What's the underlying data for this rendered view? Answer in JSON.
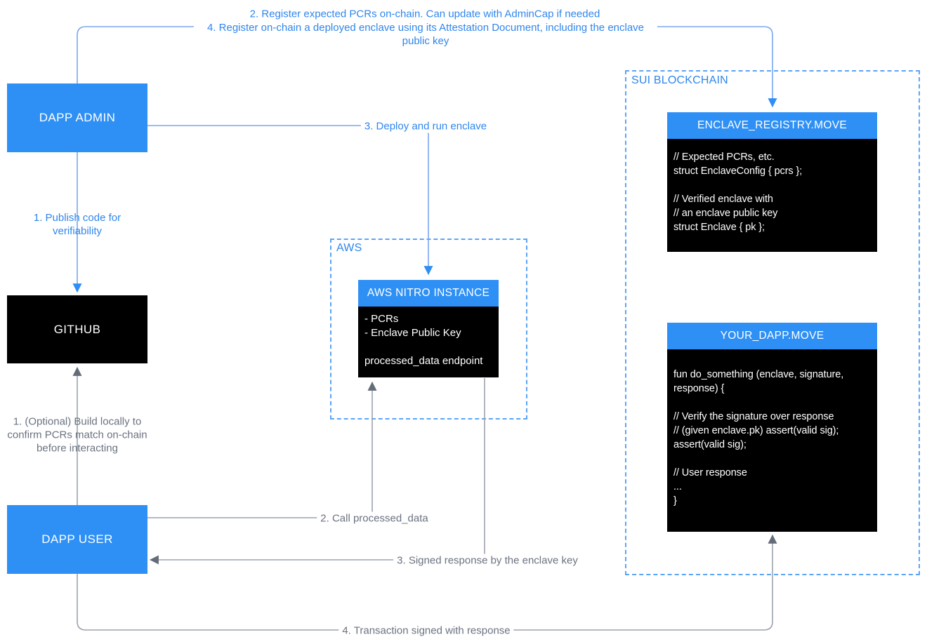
{
  "colors": {
    "box_blue": "#2E90F5",
    "box_black": "#000000",
    "line_blue": "#7AA7EE",
    "arrow_blue": "#2E8EF5",
    "label_blue": "#2F86EC",
    "line_gray": "#9CA3AF",
    "arrow_gray": "#646C78",
    "label_gray": "#6B7280",
    "dash_blue": "#5CA4F5",
    "text_white": "#FFFFFF"
  },
  "groups": {
    "aws": {
      "label": "AWS"
    },
    "sui": {
      "label": "SUI BLOCKCHAIN"
    }
  },
  "nodes": {
    "dapp_admin": {
      "label": "DAPP ADMIN"
    },
    "github": {
      "label": "GITHUB"
    },
    "dapp_user": {
      "label": "DAPP USER"
    },
    "aws_nitro_instance": {
      "title": "AWS NITRO INSTANCE",
      "body": [
        "- PCRs",
        "- Enclave Public Key",
        "",
        "processed_data endpoint"
      ]
    },
    "enclave_registry": {
      "title": "ENCLAVE_REGISTRY.MOVE",
      "body": [
        "// Expected PCRs, etc.",
        "struct EnclaveConfig { pcrs };",
        "",
        "// Verified enclave with",
        "// an enclave public key",
        "struct Enclave { pk };"
      ]
    },
    "your_dapp": {
      "title": "YOUR_DAPP.MOVE",
      "body": [
        "fun do_something (enclave, signature,",
        "response) {",
        "",
        "// Verify the signature over response",
        "// (given enclave.pk) assert(valid sig);",
        "assert(valid sig);",
        "",
        "// User response",
        "...",
        "}"
      ]
    }
  },
  "edges": {
    "admin_register_onchain": {
      "label_a": "2. Register expected PCRs on-chain. Can update with AdminCap if needed",
      "label_b": "4. Register on-chain a deployed enclave using its Attestation Document, including the enclave public key"
    },
    "admin_publish_code": {
      "label": "1. Publish code for verifiability"
    },
    "admin_deploy_enclave": {
      "label": "3. Deploy and run enclave"
    },
    "user_build_locally": {
      "label": "1. (Optional) Build locally to confirm PCRs match on-chain before interacting"
    },
    "user_call_processed_data": {
      "label": "2. Call processed_data"
    },
    "enclave_signed_response": {
      "label": "3. Signed response by the enclave key"
    },
    "user_transaction_signed": {
      "label": "4. Transaction signed with response"
    }
  }
}
